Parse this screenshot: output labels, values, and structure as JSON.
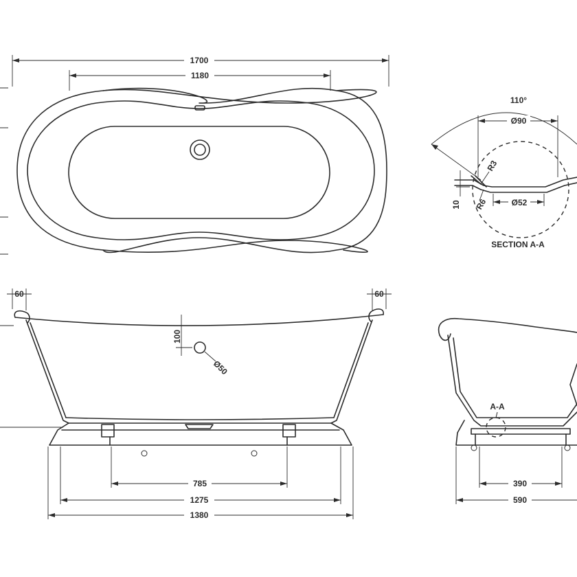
{
  "plan_view": {
    "overall_length": "1700",
    "inner_length": "1180"
  },
  "side_view": {
    "rim_left": "60",
    "rim_right": "60",
    "waste_height": "100",
    "waste_diameter": "Ø50",
    "foot_spacing": "785",
    "base_inner": "1275",
    "base_outer": "1380"
  },
  "end_view": {
    "section_marker": "A-A",
    "foot_spacing": "390",
    "base_width": "590"
  },
  "section_detail": {
    "angle": "110°",
    "top_diameter": "Ø90",
    "bottom_diameter": "Ø52",
    "radius_top": "R3",
    "radius_bottom": "R6",
    "depth": "10",
    "caption": "SECTION A-A"
  }
}
